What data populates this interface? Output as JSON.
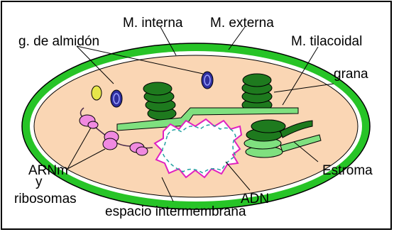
{
  "labels": {
    "m_interna": "M. interna",
    "m_externa": "M. externa",
    "g_almidon": "g. de almidón",
    "m_tilacoidal": "M. tilacoidal",
    "grana": "grana",
    "arnm": "ARNm",
    "y": "y",
    "ribosomas": "ribosomas",
    "estroma": "Estroma",
    "adn": "ADN",
    "espacio": "espacio intermembrana"
  },
  "colors": {
    "outer_membrane": "#27c427",
    "stroma": "#fad6b4",
    "thylakoid": "#1e7a1e",
    "thylakoid_light": "#7fe07f",
    "starch_dark": "#2e2e9e",
    "starch_yellow": "#e6e64a",
    "ribosome": "#f08ae0",
    "dna_magenta": "#e020c0",
    "dna_teal": "#20a0a0"
  }
}
